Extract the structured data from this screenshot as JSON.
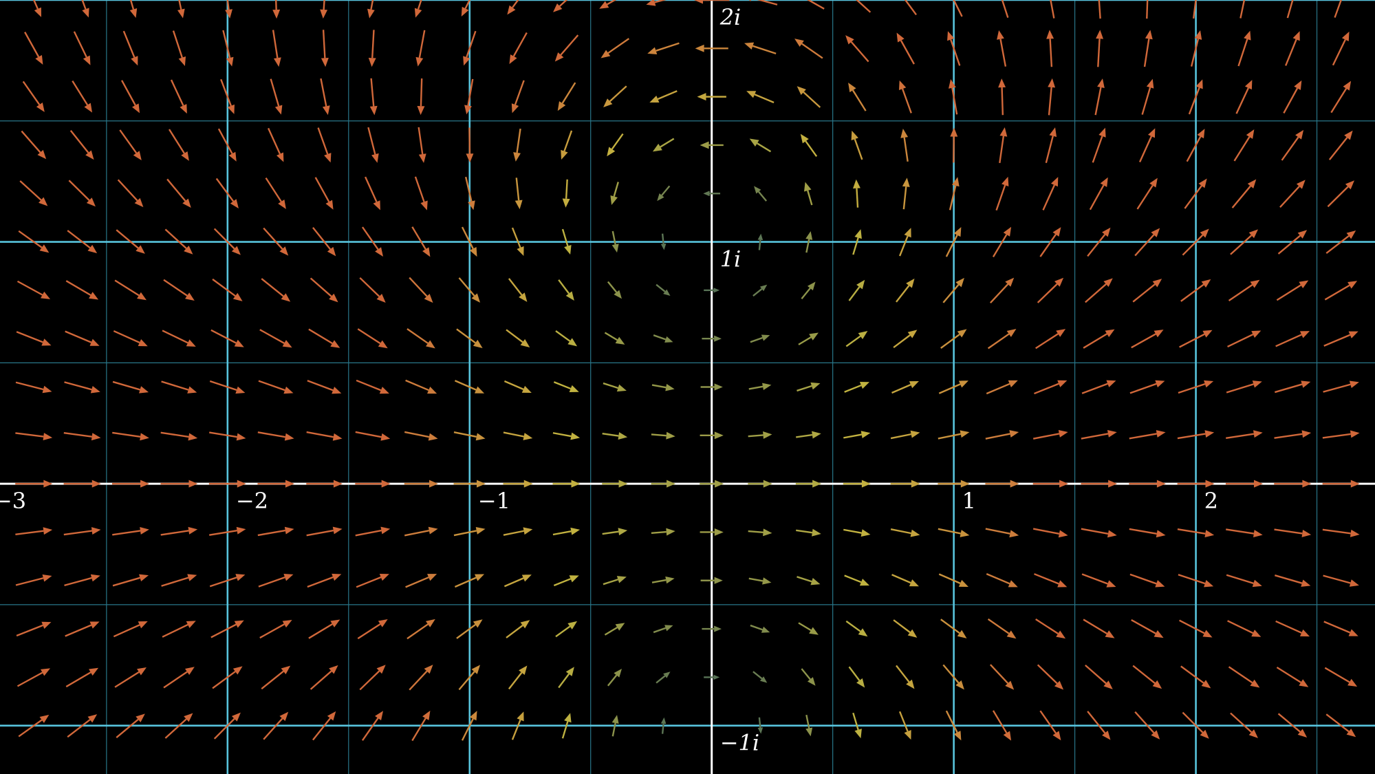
{
  "plot": {
    "type": "complex-vector-field",
    "x_range": [
      -2.94,
      2.74
    ],
    "y_range": [
      -1.2,
      2.0
    ],
    "major_spacing": 1,
    "minor_spacing": 0.5,
    "arrow_spacing": 0.2,
    "colors": {
      "background": "#000000",
      "axis": "#ffffff",
      "major_grid": "#58c4dd",
      "minor_grid": "#29778a",
      "arrow_low": "#2f5a5e",
      "arrow_mid": "#c2b440",
      "arrow_high": "#d1683a"
    },
    "real_tick_labels": [
      {
        "value": -3,
        "text": "−3"
      },
      {
        "value": -2,
        "text": "−2"
      },
      {
        "value": -1,
        "text": "−1"
      },
      {
        "value": 1,
        "text": "1"
      },
      {
        "value": 2,
        "text": "2"
      }
    ],
    "imag_tick_labels": [
      {
        "value": 2,
        "text": "2i"
      },
      {
        "value": 1,
        "text": "1i"
      },
      {
        "value": -1,
        "text": "−1i"
      }
    ]
  }
}
